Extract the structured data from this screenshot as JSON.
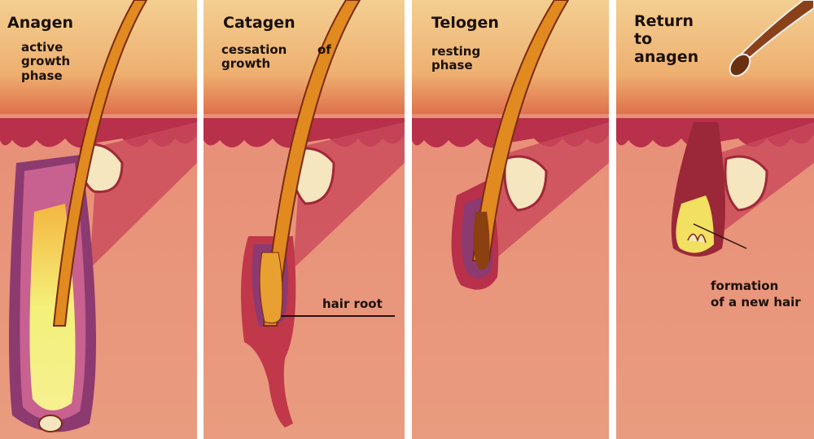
{
  "panels": [
    {
      "title": "Anagen",
      "subtitle_lines": [
        "active",
        "growth",
        "phase"
      ]
    },
    {
      "title": "Catagen",
      "subtitle_lines": [
        "cessation",
        "growth"
      ],
      "stray_word": "of"
    },
    {
      "title": "Telogen",
      "subtitle_lines": [
        "resting",
        "phase"
      ]
    },
    {
      "title": "Return",
      "title_lines": [
        "Return",
        "to",
        "anagen"
      ]
    }
  ],
  "annotations": {
    "hair_root": "hair root",
    "new_hair_line1": "formation",
    "new_hair_line2": "of a new hair"
  },
  "colors": {
    "sky_top": "#f2c98a",
    "sky_bottom": "#e2704a",
    "skin": "#e6937a",
    "epidermis": "#b8304a",
    "hair": "#e08a20",
    "bulb": "#f2e860"
  }
}
